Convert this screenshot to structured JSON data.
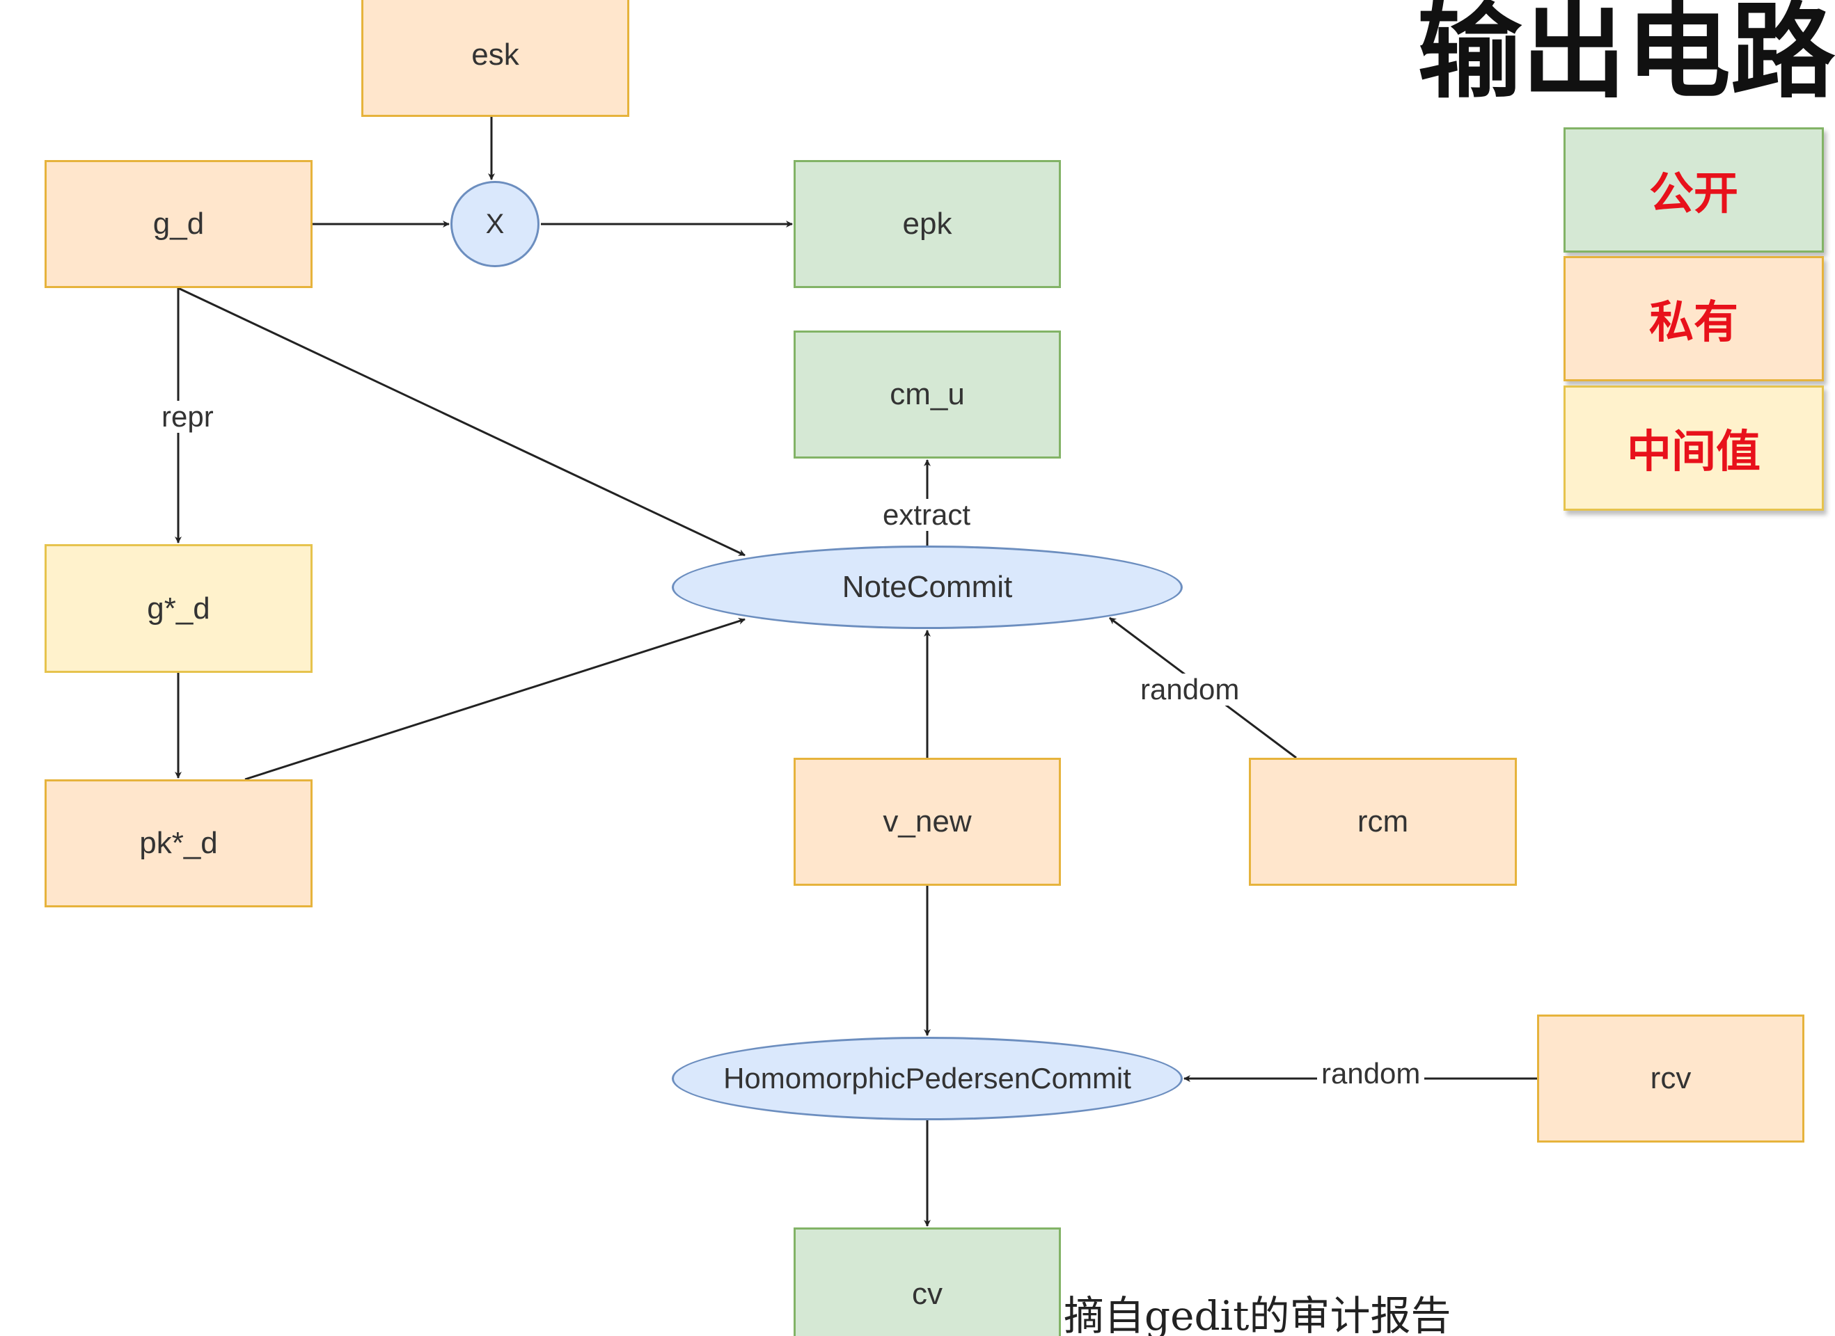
{
  "title": "输出电路",
  "legend": [
    {
      "label": "公开",
      "kind": "public"
    },
    {
      "label": "私有",
      "kind": "private"
    },
    {
      "label": "中间值",
      "kind": "intermediate"
    }
  ],
  "colors": {
    "public_fill": "#d5e8d4",
    "public_border": "#82b366",
    "private_fill": "#ffe6cc",
    "private_border": "#e6b33c",
    "intermediate_fill": "#fff2cc",
    "intermediate_border": "#e6c34d",
    "operation_fill": "#dae8fc",
    "operation_border": "#6c8ebf",
    "legend_text": "#e8111b"
  },
  "nodes": {
    "esk": {
      "label": "esk",
      "kind": "private"
    },
    "g_d": {
      "label": "g_d",
      "kind": "private"
    },
    "x_op": {
      "label": "X",
      "kind": "operation"
    },
    "epk": {
      "label": "epk",
      "kind": "public"
    },
    "cm_u": {
      "label": "cm_u",
      "kind": "public"
    },
    "g_star_d": {
      "label": "g*_d",
      "kind": "intermediate"
    },
    "pk_star_d": {
      "label": "pk*_d",
      "kind": "private"
    },
    "note_commit": {
      "label": "NoteCommit",
      "kind": "operation"
    },
    "v_new": {
      "label": "v_new",
      "kind": "private"
    },
    "rcm": {
      "label": "rcm",
      "kind": "private"
    },
    "hpc": {
      "label": "HomomorphicPedersenCommit",
      "kind": "operation"
    },
    "rcv": {
      "label": "rcv",
      "kind": "private"
    },
    "cv": {
      "label": "cv",
      "kind": "public"
    }
  },
  "edges": [
    {
      "from": "esk",
      "to": "x_op",
      "label": ""
    },
    {
      "from": "g_d",
      "to": "x_op",
      "label": ""
    },
    {
      "from": "x_op",
      "to": "epk",
      "label": ""
    },
    {
      "from": "g_d",
      "to": "g_star_d",
      "label": "repr"
    },
    {
      "from": "g_d",
      "to": "note_commit",
      "label": ""
    },
    {
      "from": "g_star_d",
      "to": "pk_star_d",
      "label": ""
    },
    {
      "from": "pk_star_d",
      "to": "note_commit",
      "label": ""
    },
    {
      "from": "note_commit",
      "to": "cm_u",
      "label": "extract"
    },
    {
      "from": "v_new",
      "to": "note_commit",
      "label": ""
    },
    {
      "from": "rcm",
      "to": "note_commit",
      "label": "random"
    },
    {
      "from": "v_new",
      "to": "hpc",
      "label": ""
    },
    {
      "from": "rcv",
      "to": "hpc",
      "label": "random"
    },
    {
      "from": "hpc",
      "to": "cv",
      "label": ""
    }
  ],
  "caption": "摘自gedit的审计报告"
}
